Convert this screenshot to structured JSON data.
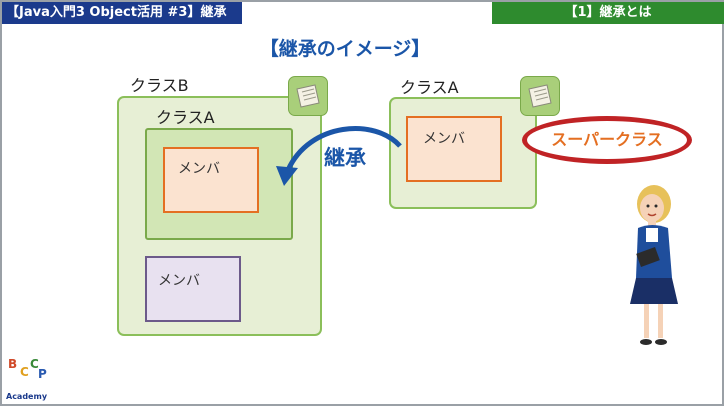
{
  "header": {
    "left_title": "【Java入門3 Object活用 #3】継承",
    "right_title": "【1】継承とは"
  },
  "slide": {
    "title": "【継承のイメージ】",
    "class_b_label": "クラスB",
    "class_a_inner_label": "クラスA",
    "class_a_right_label": "クラスA",
    "member_label_1": "メンバ",
    "member_label_2": "メンバ",
    "member_label_3": "メンバ",
    "inherit_label": "継承",
    "superclass_label": "スーパークラス"
  },
  "logo": {
    "text": "Academy"
  },
  "colors": {
    "header_left_bg": "#1b3a8c",
    "header_right_bg": "#2e8b2e",
    "title_blue": "#1b56a8",
    "member_orange": "#e46f22",
    "ellipse_red": "#c02325"
  },
  "icons": [
    "document-icon",
    "curved-arrow-icon",
    "teacher-figure",
    "academy-logo"
  ]
}
